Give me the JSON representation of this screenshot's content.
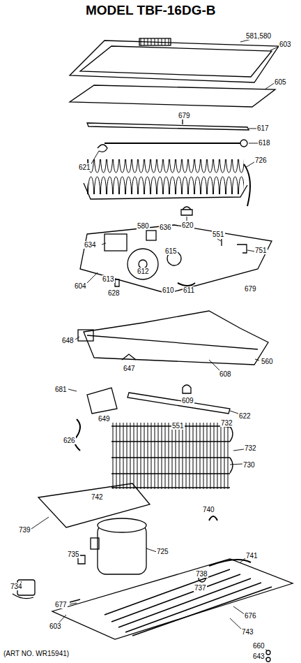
{
  "diagram": {
    "title": "MODEL TBF-16DG-B",
    "labels": [
      "581,580",
      "603",
      "605",
      "679",
      "617",
      "618",
      "621",
      "726",
      "620",
      "580",
      "636",
      "634",
      "551",
      "751",
      "615",
      "612",
      "604",
      "613",
      "628",
      "610",
      "611",
      "679",
      "648",
      "560",
      "647",
      "608",
      "681",
      "649",
      "609",
      "622",
      "551",
      "732",
      "626",
      "732",
      "730",
      "742",
      "739",
      "740",
      "735",
      "725",
      "741",
      "738",
      "734",
      "737",
      "677",
      "603",
      "676",
      "743",
      "660",
      "643",
      "(ART NO. WR15941)"
    ]
  }
}
